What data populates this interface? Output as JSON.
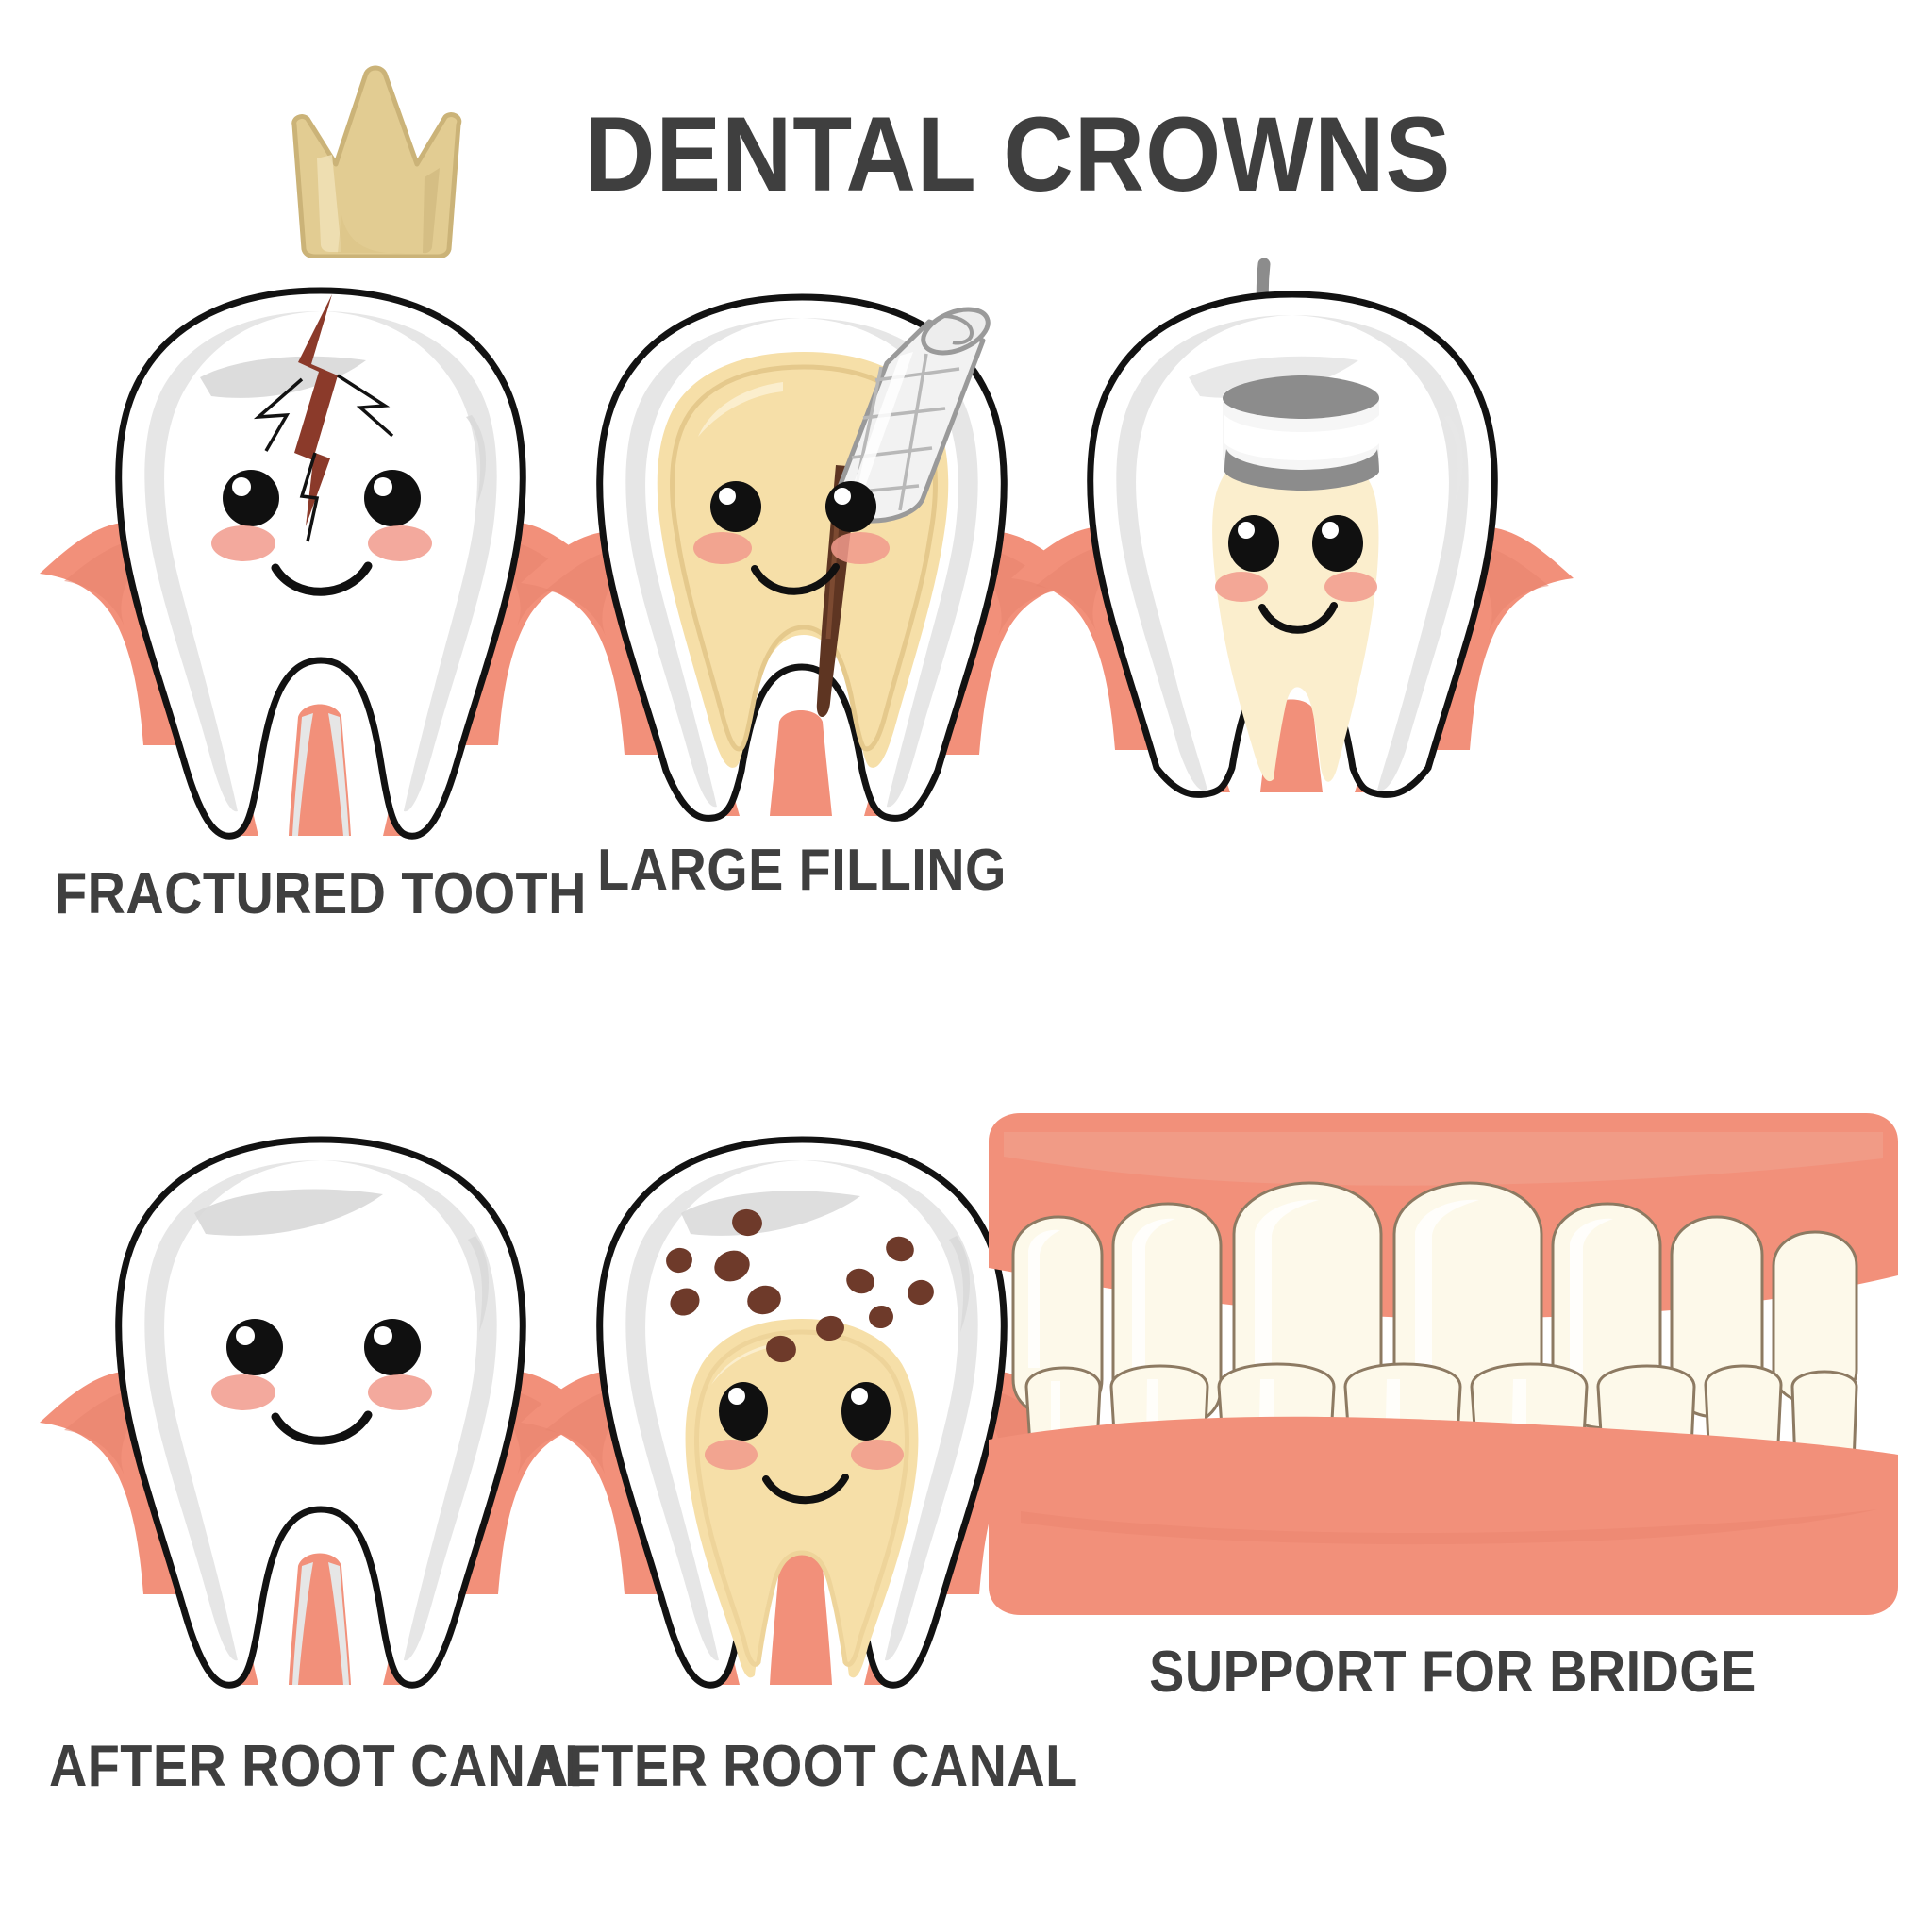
{
  "header": {
    "title": "DENTAL CROWNS",
    "crown_icon": "crown-icon",
    "title_color": "#3f3f3f"
  },
  "palette": {
    "background": "#ffffff",
    "text": "#3f3f3f",
    "enamel_white": "#ffffff",
    "enamel_shade": "#e6e6e6",
    "outline": "#121212",
    "gum_salmon": "#f2907a",
    "gum_salmon_dark": "#e8836d",
    "dentin_yellow": "#f6dfa8",
    "dentin_cream": "#fbeecd",
    "decay_brown": "#6e3a2a",
    "crack_red": "#8b3a2a",
    "crown_gold": "#e2cc92",
    "crown_gold_dark": "#cbb378",
    "instrument_gray": "#8c8c8c",
    "instrument_light": "#f2f2f2",
    "blush_pink": "#f19a8c",
    "denture_tooth": "#fdf9ea"
  },
  "cards": [
    {
      "id": "fractured-tooth",
      "label": "FRACTURED TOOTH",
      "features": [
        "crack",
        "kawaii-face",
        "gums"
      ]
    },
    {
      "id": "large-filling",
      "label": "LARGE FILLING",
      "features": [
        "dentin-cutaway",
        "filling-instrument",
        "root-channel",
        "kawaii-face",
        "gums"
      ]
    },
    {
      "id": "dental-pin",
      "label": "",
      "features": [
        "pin-device",
        "wire",
        "dentin-core",
        "kawaii-face",
        "gums"
      ]
    },
    {
      "id": "after-root-canal-1",
      "label": "AFTER ROOT CANAL",
      "features": [
        "kawaii-face",
        "gums",
        "shine"
      ]
    },
    {
      "id": "after-root-canal-2",
      "label": "AFTER ROOT CANAL",
      "features": [
        "decay-spots",
        "dentin-cutaway",
        "kawaii-face",
        "gums"
      ]
    },
    {
      "id": "support-for-bridge",
      "label": "SUPPORT FOR BRIDGE",
      "features": [
        "denture",
        "upper-teeth",
        "lower-teeth",
        "gums"
      ]
    }
  ]
}
